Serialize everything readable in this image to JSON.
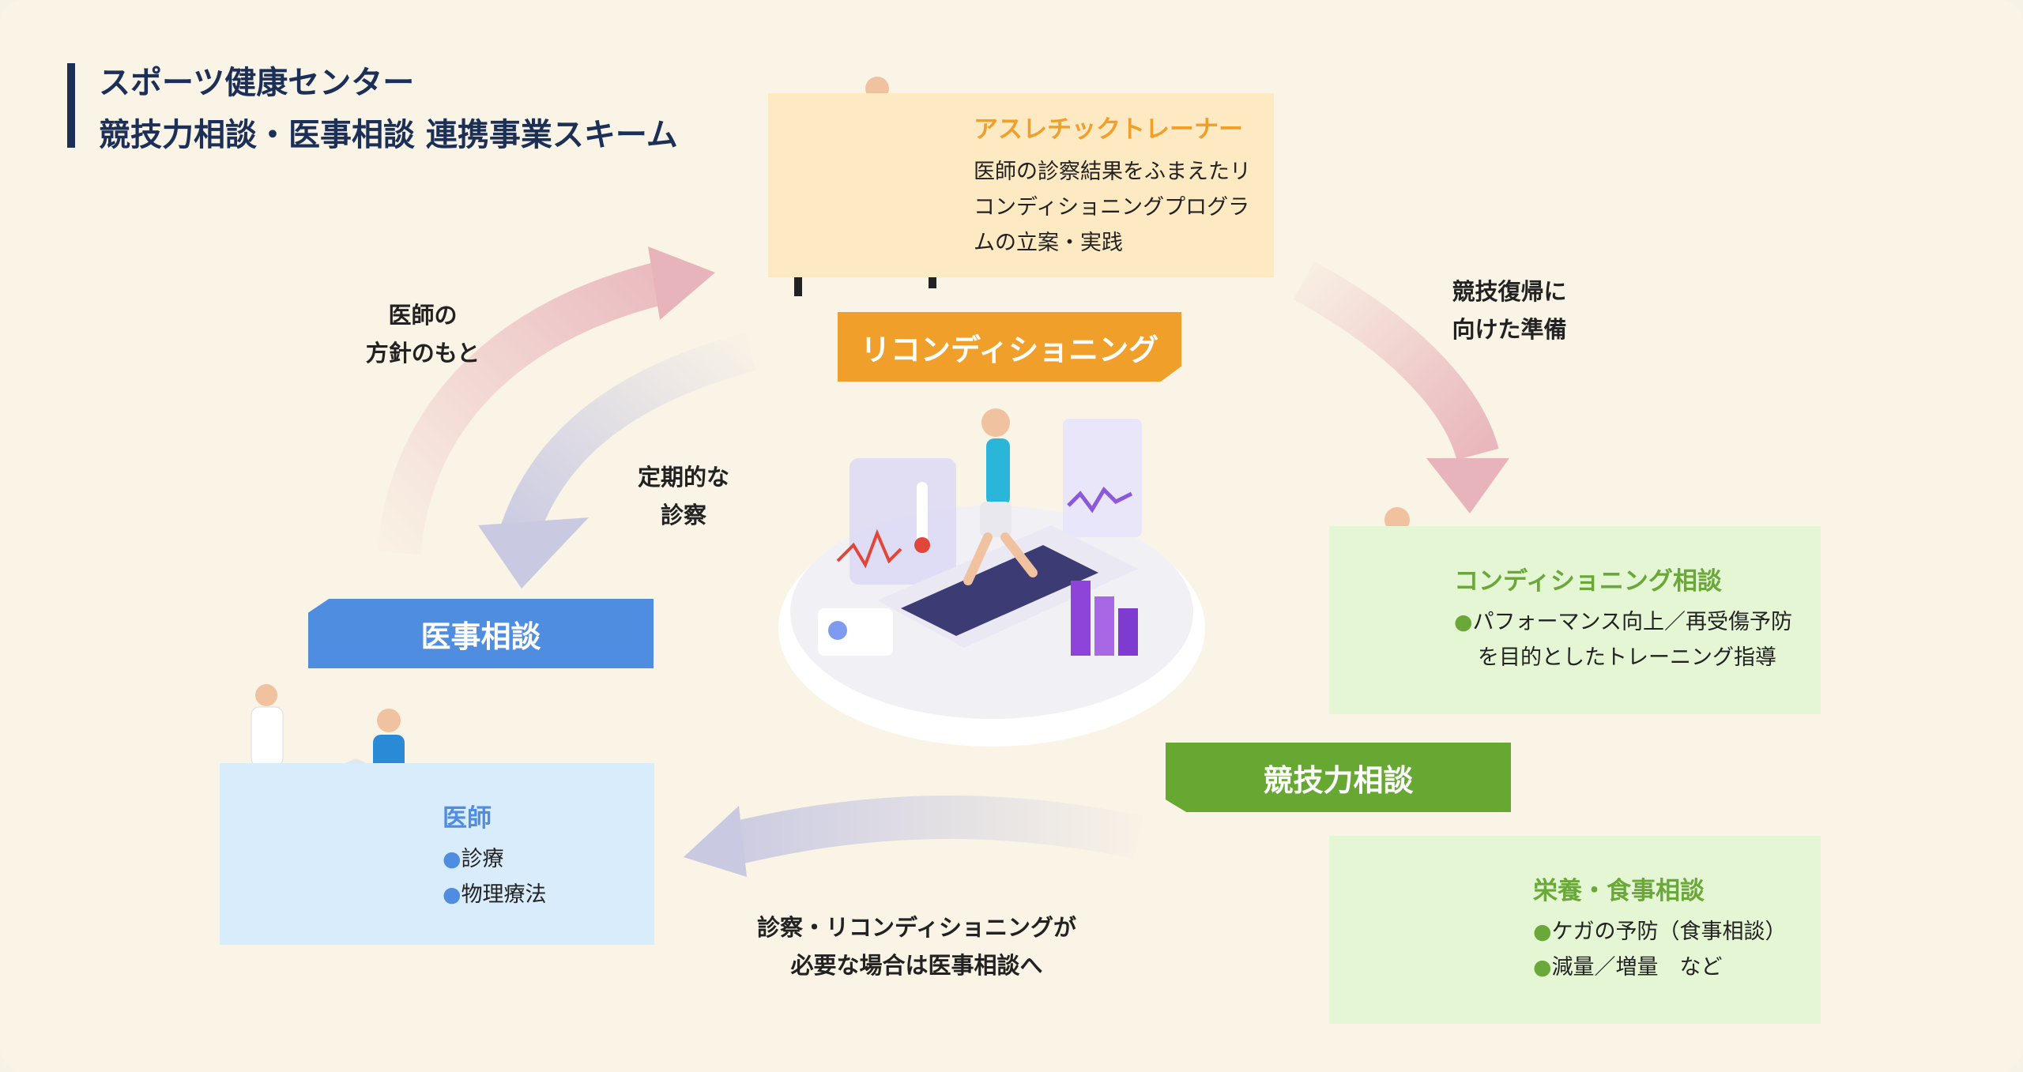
{
  "title": {
    "line1": "スポーツ健康センター",
    "line2": "競技力相談・医事相談 連携事業スキーム"
  },
  "trainer": {
    "heading": "アスレチックトレーナー",
    "line1": "医師の診察結果をふまえたリ",
    "line2": "コンディショニングプログラ",
    "line3": "ムの立案・実践"
  },
  "recon_label": "リコンディショニング",
  "medical_label": "医事相談",
  "competition_label": "競技力相談",
  "conditioning": {
    "heading": "コンディショニング相談",
    "bullet": "●",
    "line1": "パフォーマンス向上／再受傷予防",
    "line2": "を目的としたトレーニング指導"
  },
  "nutrition": {
    "heading": "栄養・食事相談",
    "bullet": "●",
    "item1": "ケガの予防（食事相談）",
    "item2": "減量／増量　など"
  },
  "doctor": {
    "heading": "医師",
    "bullet": "●",
    "item1": "診療",
    "item2": "物理療法"
  },
  "captions": {
    "policy_1": "医師の",
    "policy_2": "方針のもと",
    "periodic_1": "定期的な",
    "periodic_2": "診察",
    "return_1": "競技復帰に",
    "return_2": "向けた準備",
    "bottom_1": "診察・リコンディショニングが",
    "bottom_2": "必要な場合は医事相談へ"
  },
  "colors": {
    "orange": "#f0a02a",
    "blue": "#4f8de0",
    "green": "#66a832",
    "navy": "#1c2f57",
    "pink_arrow": "#e8b4bb",
    "lavender_arrow": "#c9c9e2"
  },
  "icons": [
    "trainer-massage-icon",
    "treadmill-runner-icon",
    "presenter-icon",
    "salad-icon",
    "doctor-consultation-icon"
  ]
}
